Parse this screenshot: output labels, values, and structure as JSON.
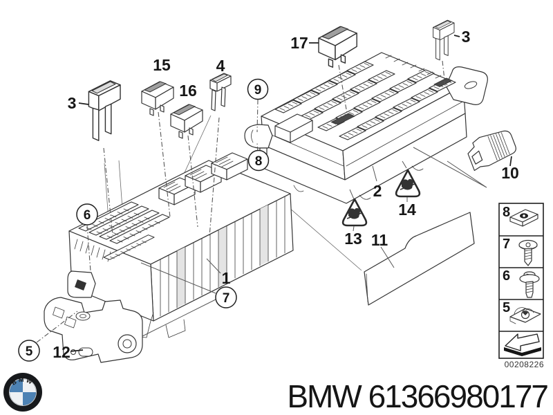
{
  "diagram": {
    "drawing_number": "00208226",
    "callouts": [
      {
        "id": "fuse-left",
        "label": "3",
        "style": "plain"
      },
      {
        "id": "relay-15",
        "label": "15",
        "style": "plain"
      },
      {
        "id": "relay-16",
        "label": "16",
        "style": "plain"
      },
      {
        "id": "mini-fuse",
        "label": "4",
        "style": "plain"
      },
      {
        "id": "end-bracket-top",
        "label": "9",
        "style": "circle"
      },
      {
        "id": "end-bracket-bottom",
        "label": "8",
        "style": "circle"
      },
      {
        "id": "relay-17",
        "label": "17",
        "style": "plain"
      },
      {
        "id": "fuse-right",
        "label": "3",
        "style": "plain"
      },
      {
        "id": "clip",
        "label": "10",
        "style": "plain"
      },
      {
        "id": "upper-fuse-box",
        "label": "2",
        "style": "plain"
      },
      {
        "id": "warning-triangle-right",
        "label": "14",
        "style": "plain"
      },
      {
        "id": "warning-triangle-left",
        "label": "13",
        "style": "plain"
      },
      {
        "id": "cover-panel",
        "label": "11",
        "style": "plain"
      },
      {
        "id": "lower-fuse-box",
        "label": "1",
        "style": "plain"
      },
      {
        "id": "screw",
        "label": "7",
        "style": "circle"
      },
      {
        "id": "washer-bolt",
        "label": "6",
        "style": "circle"
      },
      {
        "id": "cage-nut",
        "label": "5",
        "style": "circle"
      },
      {
        "id": "mounting-bracket",
        "label": "12",
        "style": "plain"
      }
    ],
    "sidebar": {
      "items": [
        {
          "label": "8",
          "icon": "speed-nut-icon"
        },
        {
          "label": "7",
          "icon": "tapping-screw-icon"
        },
        {
          "label": "6",
          "icon": "washer-bolt-icon"
        },
        {
          "label": "5",
          "icon": "cage-nut-icon"
        },
        {
          "label": "",
          "icon": "direction-arrow-icon"
        }
      ]
    }
  },
  "footer": {
    "brand": "BMW",
    "part_number": "61366980177",
    "text": "BMW 61366980177"
  }
}
